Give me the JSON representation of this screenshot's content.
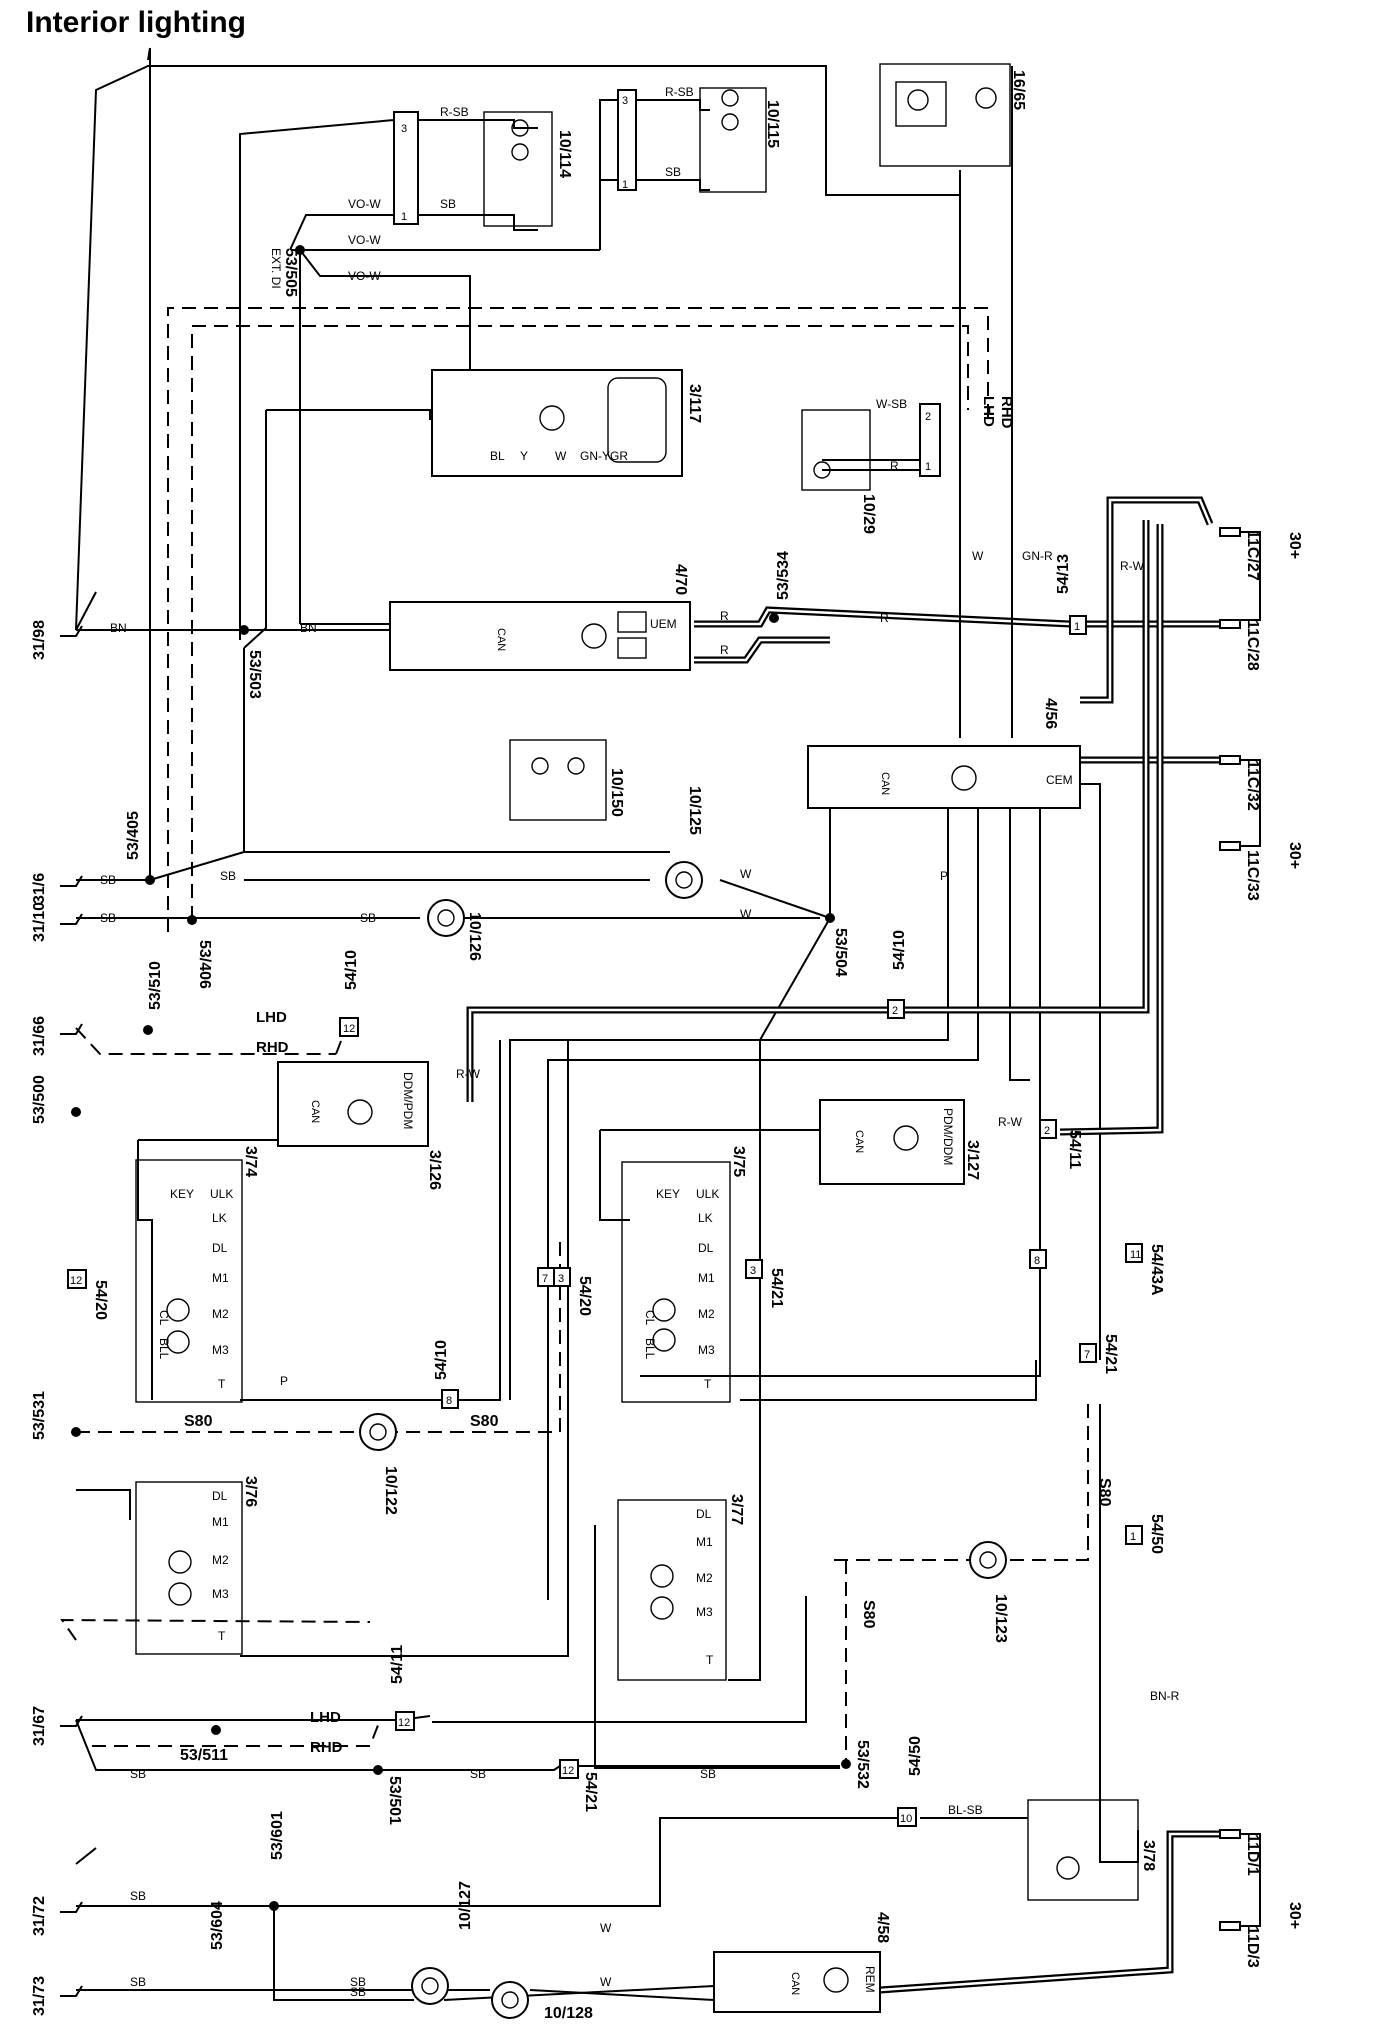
{
  "title": "Interior lighting",
  "grounds": [
    "31/98",
    "31/6",
    "31/10",
    "31/66",
    "31/67",
    "31/72",
    "31/73"
  ],
  "splices": [
    "53/505",
    "53/503",
    "53/405",
    "53/406",
    "53/534",
    "53/504",
    "53/510",
    "53/500",
    "53/531",
    "53/511",
    "53/532",
    "53/501",
    "53/601",
    "53/604"
  ],
  "connectors": [
    "54/13",
    "54/10",
    "54/10",
    "54/20",
    "54/10",
    "54/20",
    "54/21",
    "54/11",
    "54/43A",
    "54/21",
    "54/50",
    "54/21",
    "54/11",
    "54/50"
  ],
  "components": {
    "lamp_10_114": "10/114",
    "lamp_10_115": "10/115",
    "radio_16_65": "16/65",
    "module_3_117": "3/117",
    "sw_10_29": "10/29",
    "cem_4_56": "4/56",
    "uem_4_70": "4/70",
    "lamp_10_150": "10/150",
    "lamp_10_125": "10/125",
    "lamp_10_126": "10/126",
    "ddm_3_126": "3/126",
    "pdm_3_127": "3/127",
    "lock_3_74": "3/74",
    "lock_3_75": "3/75",
    "lock_3_76": "3/76",
    "lock_3_77": "3/77",
    "lamp_10_122": "10/122",
    "lamp_10_123": "10/123",
    "sw_3_78": "3/78",
    "lamp_10_127": "10/127",
    "lamp_10_128": "10/128",
    "rem_4_58": "4/58"
  },
  "fuse_boxes": [
    "11C/27",
    "11C/28",
    "11C/32",
    "11C/33",
    "11D/1",
    "11D/3"
  ],
  "supply": "30+",
  "module_labels": {
    "uem": "UEM",
    "cem": "CEM",
    "ddm": "DDM/PDM",
    "pdm": "PDM/DDM",
    "rem": "REM",
    "can": "CAN"
  },
  "ext_label": "EXT. DI",
  "variants": {
    "lhd": "LHD",
    "rhd": "RHD",
    "s80": "S80"
  },
  "lock_pins": [
    "KEY",
    "ULK",
    "LK",
    "DL",
    "M1",
    "M2",
    "M3",
    "T",
    "CL",
    "BLL"
  ],
  "wire_colors": [
    "R-SB",
    "SB",
    "VO-W",
    "BN",
    "W-SB",
    "R",
    "W",
    "GN-R",
    "GN-Y",
    "GR",
    "BL",
    "Y",
    "P",
    "R-W",
    "BN-R",
    "BL-SB"
  ]
}
